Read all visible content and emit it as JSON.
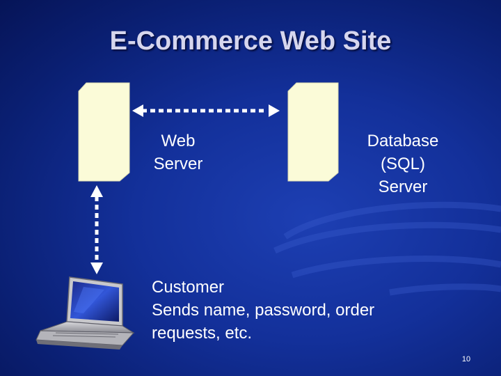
{
  "title": "E-Commerce Web Site",
  "nodes": {
    "web_server": {
      "line1": "Web",
      "line2": "Server"
    },
    "database_server": {
      "line1": "Database",
      "line2": "(SQL)",
      "line3": "Server"
    },
    "customer": {
      "line1": "Customer",
      "line2": "Sends name, password, order",
      "line3": "requests, etc."
    }
  },
  "page_number": "10",
  "colors": {
    "background": "#13309a",
    "server_fill": "#fbfbd8",
    "arrow": "#ffffff"
  },
  "icons": [
    "laptop-icon",
    "server-icon",
    "database-server-icon"
  ]
}
